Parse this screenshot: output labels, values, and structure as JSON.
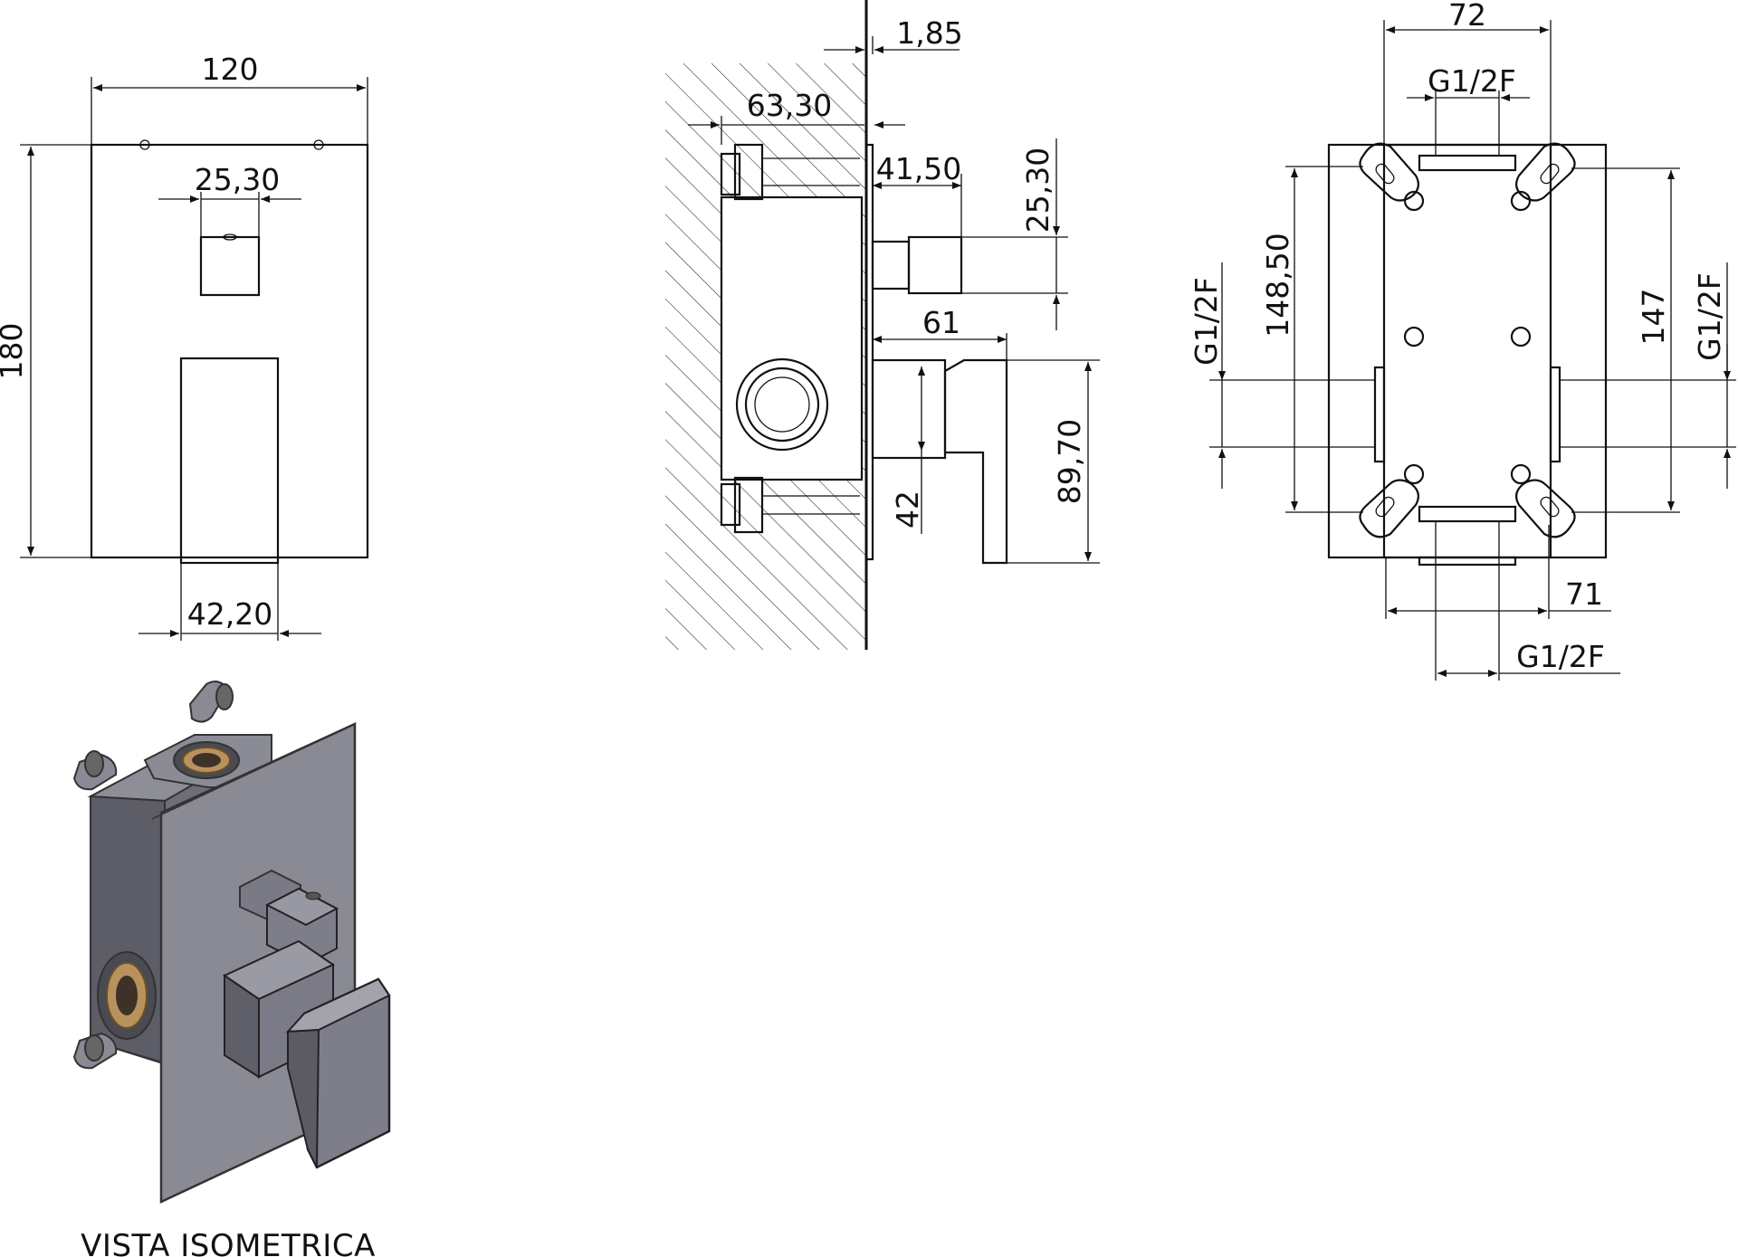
{
  "front_view": {
    "width": "120",
    "height": "180",
    "knob_width": "25,30",
    "lever_width": "42,20"
  },
  "side_view": {
    "plate_thickness": "1,85",
    "embed_depth": "63,30",
    "knob_offset": "41,50",
    "knob_height": "25,30",
    "lever_projection": "61",
    "lever_height": "89,70",
    "lever_base": "42"
  },
  "back_view": {
    "top_width": "72",
    "top_thread": "G1/2F",
    "left_height": "148,50",
    "left_thread": "G1/2F",
    "right_height": "147",
    "right_thread": "G1/2F",
    "bottom_width": "71",
    "bottom_thread": "G1/2F"
  },
  "isometric": {
    "caption": "VISTA ISOMETRICA",
    "colors": {
      "body": "#7a7a86",
      "body_dark": "#55555f",
      "plate": "#8a8a95",
      "brass": "#b8925c"
    }
  }
}
